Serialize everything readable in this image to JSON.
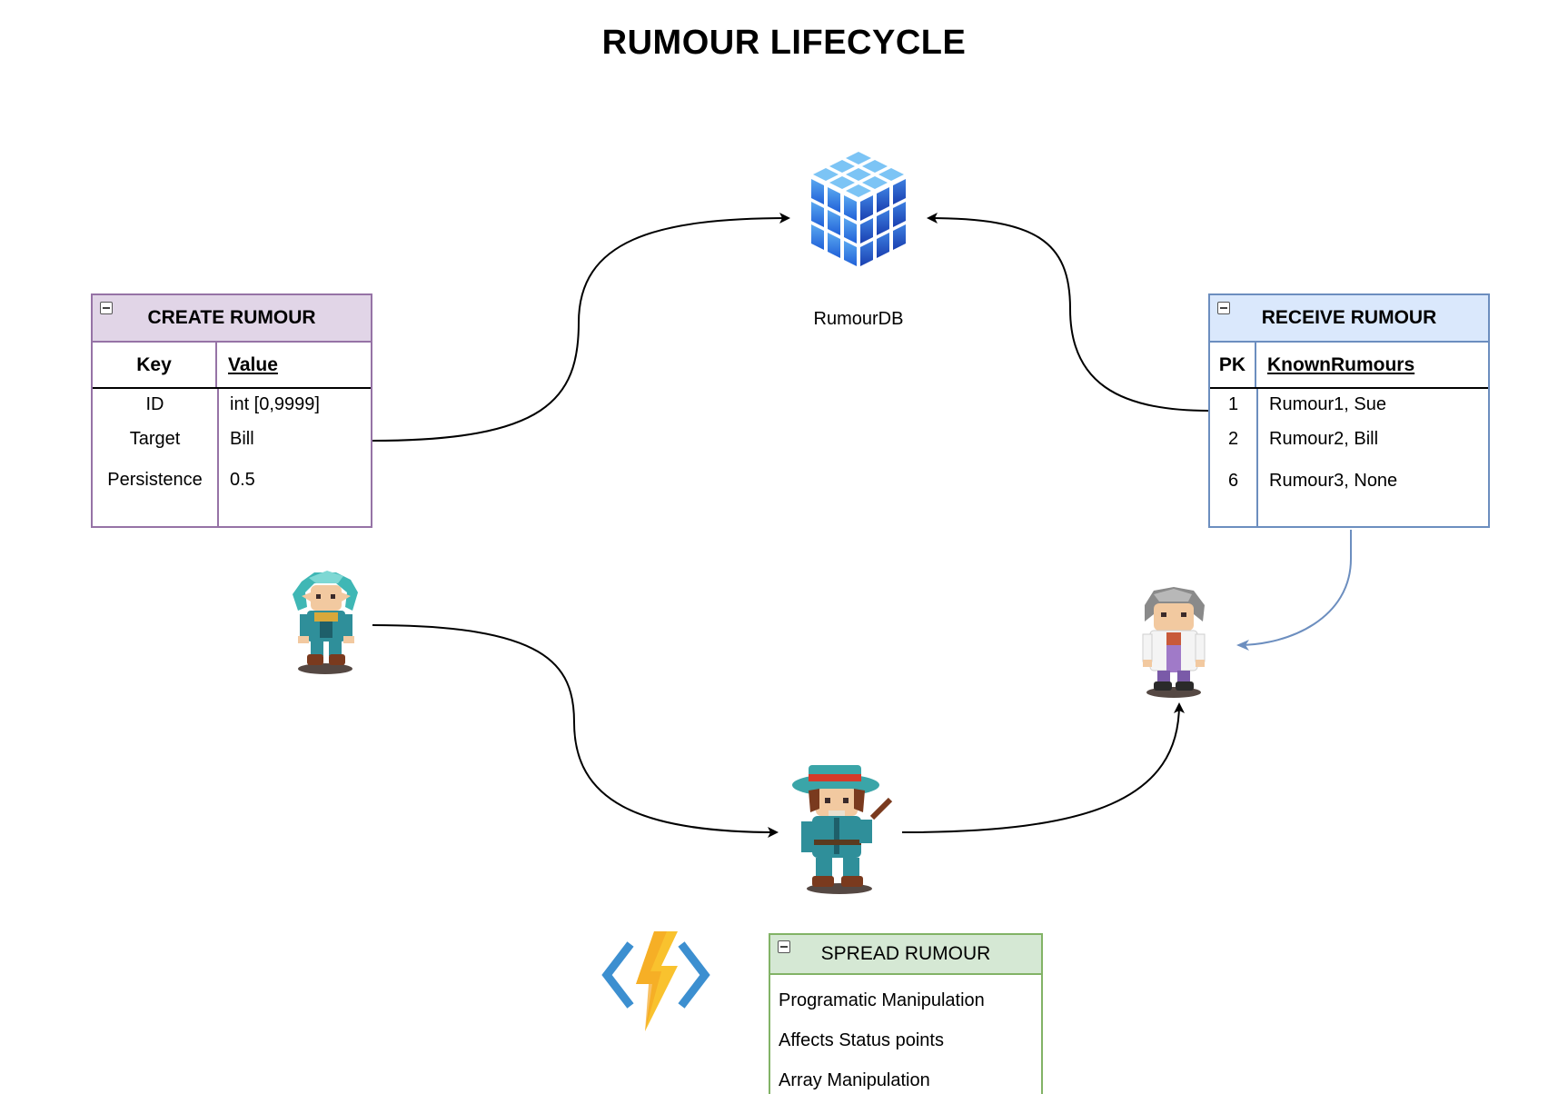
{
  "title": "RUMOUR LIFECYCLE",
  "database": {
    "label": "RumourDB",
    "icon": "database-cube-icon"
  },
  "create_rumour": {
    "title": "CREATE RUMOUR",
    "headers": {
      "key": "Key",
      "value": "Value"
    },
    "rows": [
      {
        "key": "ID",
        "value": "int [0,9999]"
      },
      {
        "key": "Target",
        "value": "Bill"
      },
      {
        "key": "Persistence",
        "value": "0.5"
      }
    ]
  },
  "receive_rumour": {
    "title": "RECEIVE RUMOUR",
    "headers": {
      "key": "PK",
      "value": "KnownRumours"
    },
    "rows": [
      {
        "key": "1",
        "value": "Rumour1, Sue"
      },
      {
        "key": "2",
        "value": "Rumour2, Bill"
      },
      {
        "key": "6",
        "value": "Rumour3, None"
      }
    ]
  },
  "spread_rumour": {
    "title": "SPREAD RUMOUR",
    "items": [
      "Programatic Manipulation",
      "Affects Status points",
      "Array Manipulation"
    ]
  },
  "characters": {
    "creator": "elf-character-sprite",
    "spreader": "hat-character-sprite",
    "receiver": "scientist-character-sprite"
  },
  "function_icon": "azure-function-icon",
  "colors": {
    "create_border": "#9673a6",
    "create_fill": "#e1d5e7",
    "receive_border": "#6c8ebf",
    "receive_fill": "#dae8fc",
    "spread_border": "#82b366",
    "spread_fill": "#d5e8d4"
  }
}
